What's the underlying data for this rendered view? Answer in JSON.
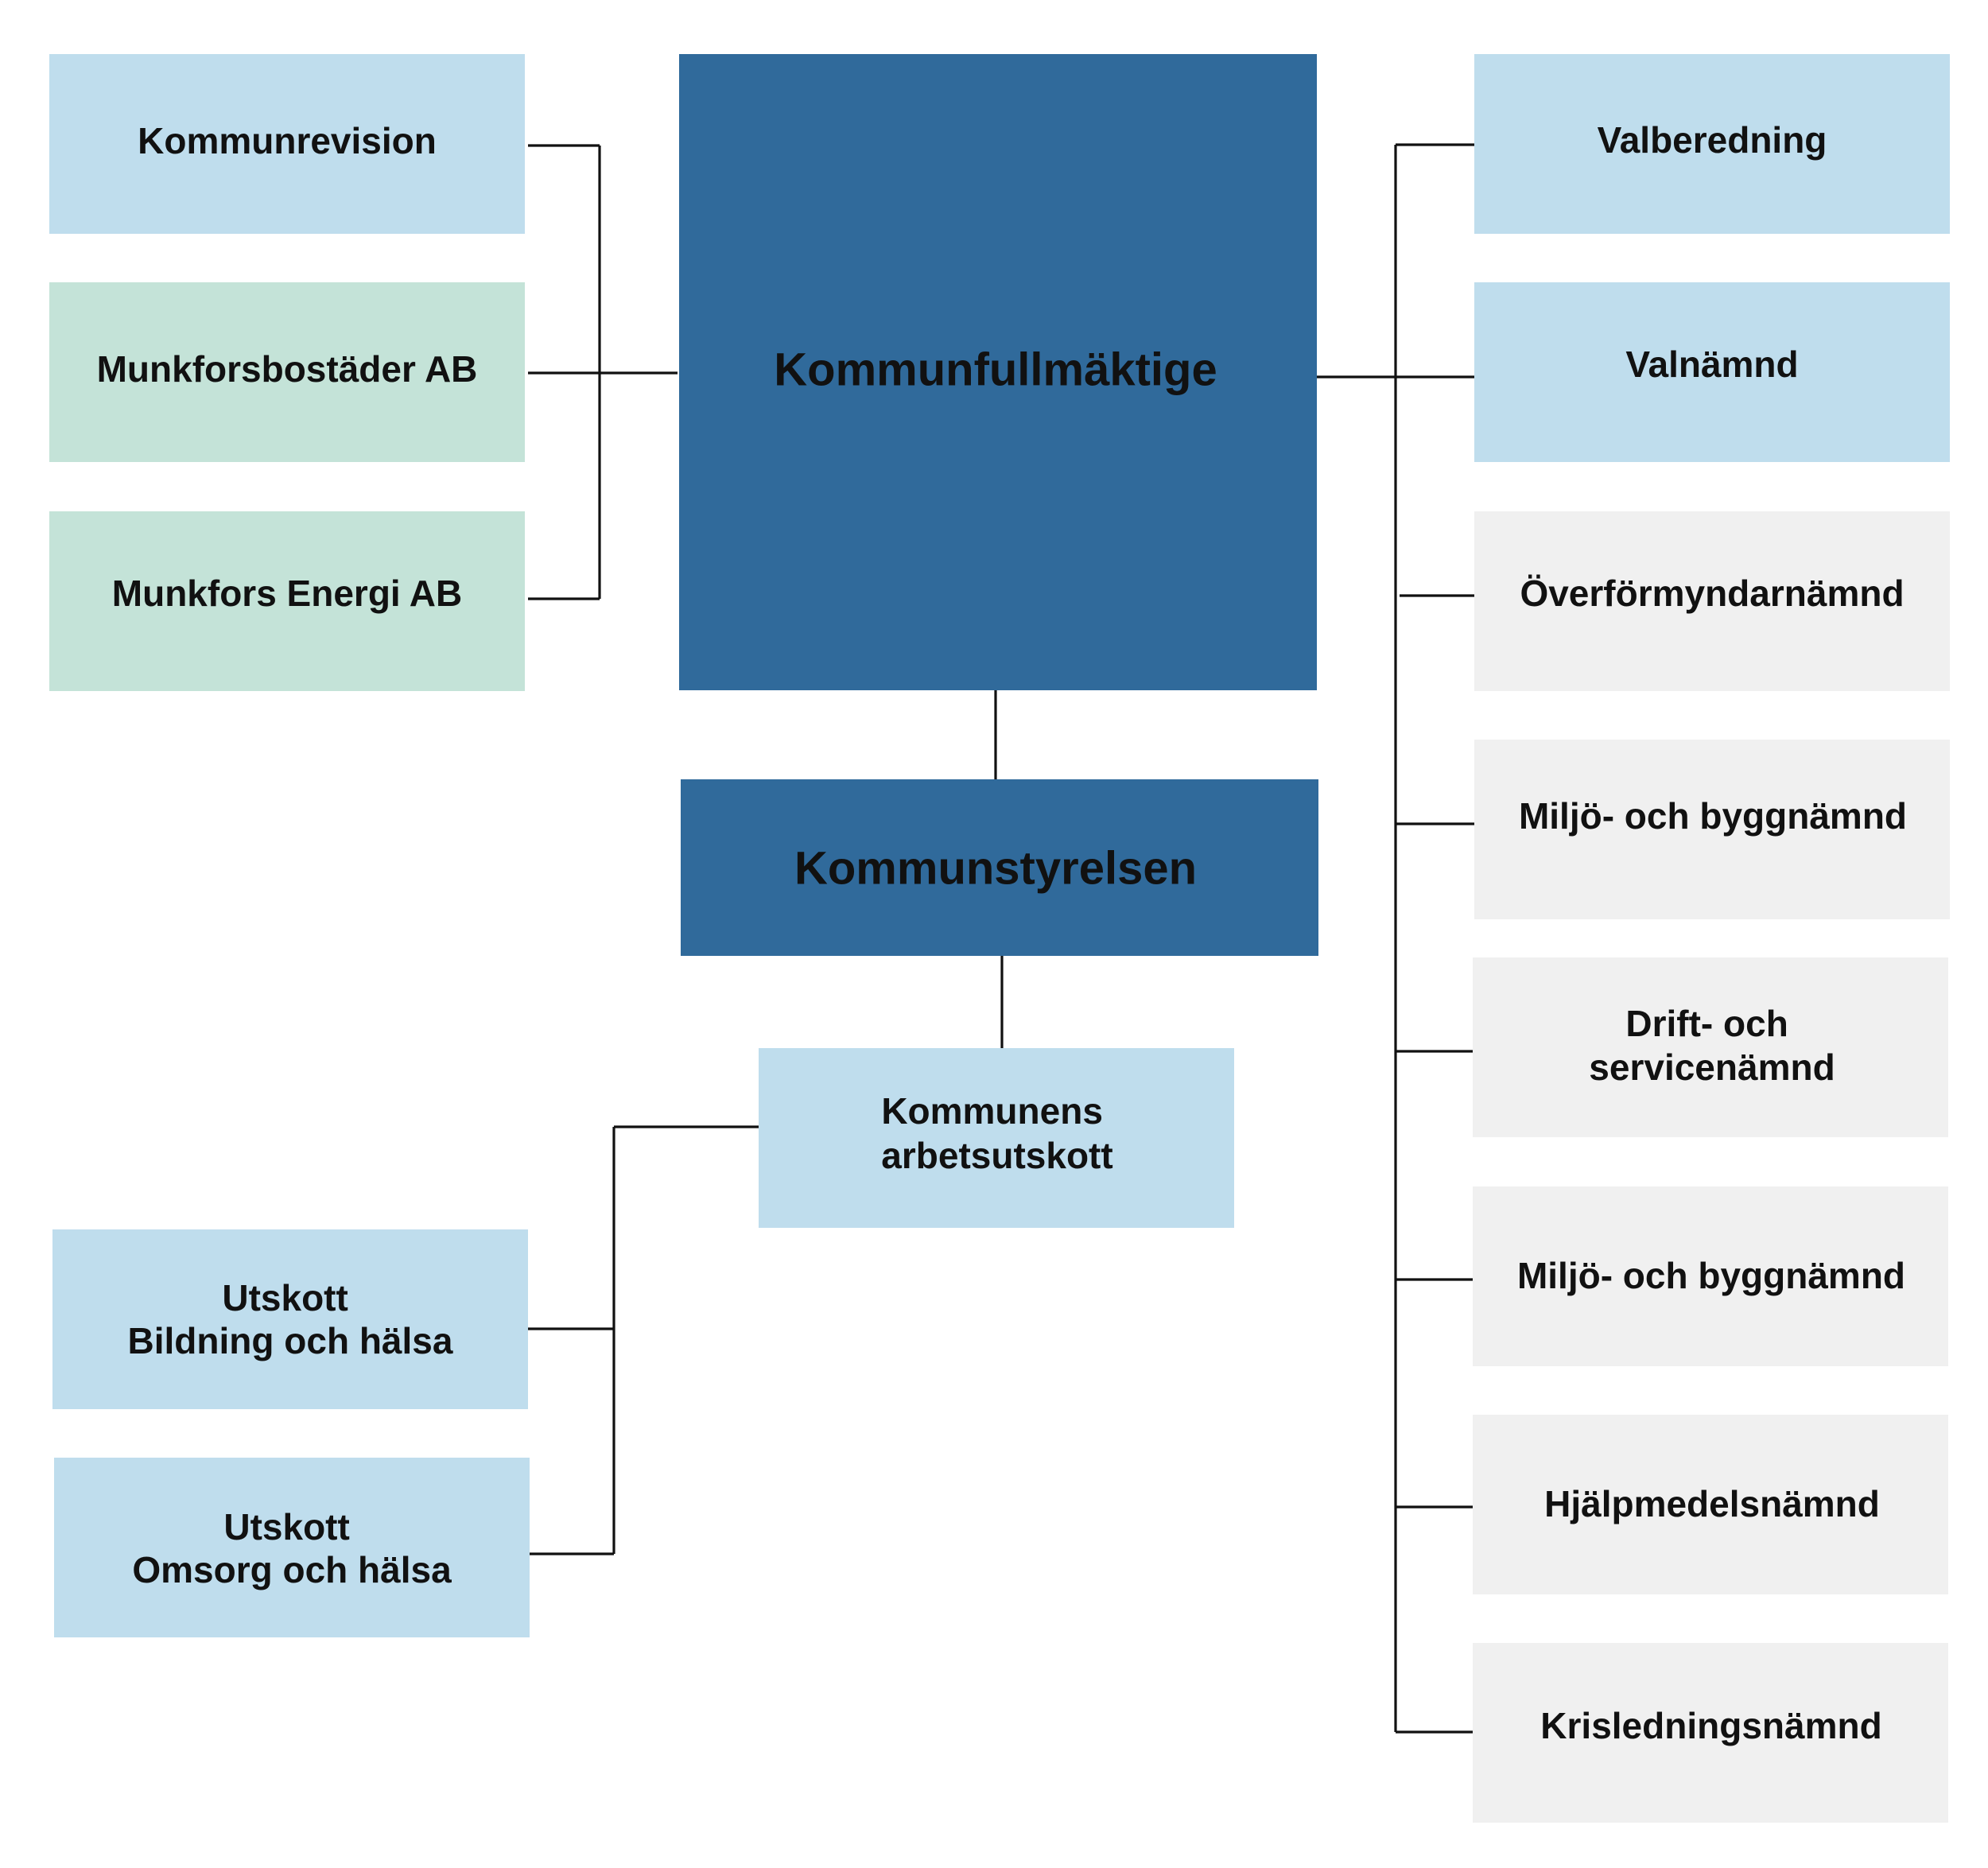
{
  "colors": {
    "dark_blue": "#306A9B",
    "light_blue": "#BFDDED",
    "light_green": "#C4E3D8",
    "light_grey": "#F0F0F0",
    "line": "#111111",
    "dark_text": "#111111",
    "light_text": "#FFFFFF"
  },
  "nodes": {
    "kommunfullmaktige": "Kommunfullmäktige",
    "kommunstyrelsen": "Kommunstyrelsen",
    "kommunens_arbetsutskott": [
      "Kommunens",
      "arbetsutskott"
    ],
    "kommunrevision": "Kommunrevision",
    "munkforsbostader": "Munkforsbostäder AB",
    "munkfors_energi": "Munkfors Energi AB",
    "utskott_bildning": [
      "Utskott",
      "Bildning och hälsa"
    ],
    "utskott_omsorg": [
      "Utskott",
      "Omsorg och hälsa"
    ],
    "valberedning": "Valberedning",
    "valnamnd": "Valnämnd",
    "overformyndarnamnd": "Överförmyndarnämnd",
    "miljo_bygg_1": "Miljö- och byggnämnd",
    "drift_service": [
      "Drift- och",
      "servicenämnd"
    ],
    "miljo_bygg_2": "Miljö- och byggnämnd",
    "hjalpmedelsnamnd": "Hjälpmedelsnämnd",
    "krisledningsnamnd": "Krisledningsnämnd"
  }
}
